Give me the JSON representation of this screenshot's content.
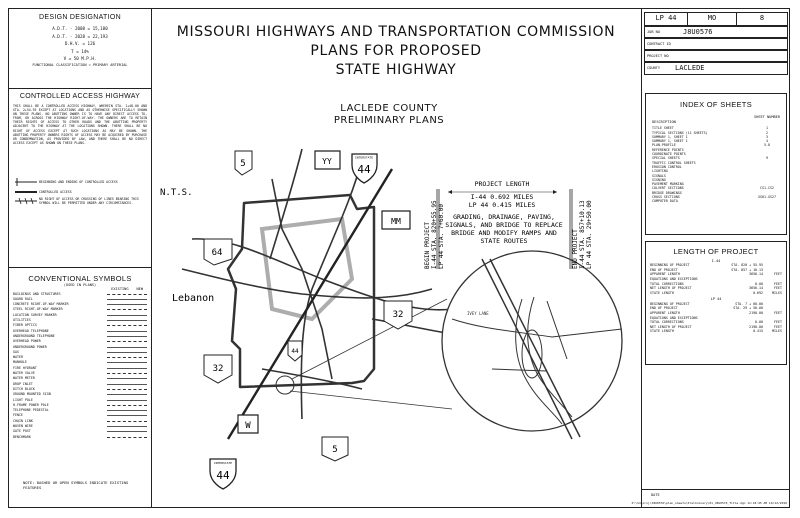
{
  "design": {
    "header": "DESIGN DESIGNATION",
    "lines": [
      "A.D.T. - 2008 = 15,180",
      "A.D.T. - 2028 = 22,193",
      "D.H.V. = 126",
      "T = 14%",
      "V = 50 M.P.H."
    ],
    "functional": "FUNCTIONAL CLASSIFICATION = PRIMARY ARTERIAL"
  },
  "controlled": {
    "header": "CONTROLLED ACCESS HIGHWAY",
    "text": "THIS SHALL BE A CONTROLLED ACCESS HIGHWAY, WHEREIN STA. 1+48.00 AND STA. 2+54.93 EXCEPT AT LOCATIONS AND AS OTHERWISE SPECIFICALLY SHOWN ON THESE PLANS. NO ABUTTING OWNER IS TO HAVE ANY DIRECT ACCESS TO, FROM, OR ACROSS THE HIGHWAY RIGHT-OF-WAY. THE OWNERS ARE TO RETAIN THEIR RIGHTS OF ACCESS TO OTHER ROADS AND THE ABUTTING PROPERTY ADJACENT TO THE HIGHWAY AT THE LOCATIONS SHOWN. THERE SHALL BE NO RIGHT OF ACCESS EXCEPT AT SUCH LOCATIONS AS MAY BE SHOWN. THE ABUTTING PROPERTY OWNERS RIGHTS OF ACCESS MAY BE ACQUIRED BY PURCHASE OR CONDEMNATION, AS PROVIDED BY LAW, AND THERE SHALL BE NO DIRECT ACCESS EXCEPT AS SHOWN ON THESE PLANS.",
    "legend": [
      "BEGINNING AND ENDING OF CONTROLLED ACCESS",
      "CONTROLLED ACCESS",
      "NO RIGHT OF ACCESS OR CROSSING OF LINES BEARING THIS SYMBOL WILL BE PERMITTED UNDER ANY CIRCUMSTANCES."
    ]
  },
  "conventional": {
    "header": "CONVENTIONAL SYMBOLS",
    "subheader": "(USED IN PLANS)",
    "col_existing": "EXISTING",
    "col_new": "NEW",
    "items": [
      "BUILDINGS AND STRUCTURES",
      "GUARD RAIL",
      "CONCRETE RIGHT-OF-WAY MARKER",
      "STEEL RIGHT-OF-WAY MARKER",
      "LOCATION SURVEY MARKER",
      "UTILITIES",
      "FIBER OPTICS",
      "OVERHEAD TELEPHONE",
      "UNDERGROUND TELEPHONE",
      "OVERHEAD POWER",
      "UNDERGROUND POWER",
      "GAS",
      "WATER",
      "MANHOLE",
      "FIRE HYDRANT",
      "WATER VALVE",
      "WATER METER",
      "DROP INLET",
      "DITCH BLOCK",
      "GROUND MOUNTED SIGN",
      "LIGHT POLE",
      "H-FRAME POWER POLE",
      "TELEPHONE PEDESTAL",
      "FENCE",
      "CHAIN LINK",
      "WOVEN WIRE",
      "GATE POST",
      "BENCHMARK"
    ],
    "note": "NOTE: DASHED OR OPEN SYMBOLS INDICATE EXISTING FEATURES"
  },
  "title": {
    "line1": "MISSOURI HIGHWAYS AND TRANSPORTATION COMMISSION",
    "line2": "PLANS FOR PROPOSED",
    "line3": "STATE HIGHWAY"
  },
  "county": {
    "line1": "LACLEDE COUNTY",
    "line2": "PRELIMINARY PLANS"
  },
  "titleblock": {
    "route": "LP 44",
    "state": "MO",
    "sheet": "8",
    "job_label": "JOB NO",
    "job": "J8U0576",
    "contract_label": "CONTRACT ID",
    "project_label": "PROJECT NO",
    "county_label": "COUNTY",
    "county": "LACLEDE"
  },
  "index": {
    "header": "INDEX OF SHEETS",
    "col_desc": "DESCRIPTION",
    "col_sheet": "SHEET NUMBER",
    "rows": [
      [
        "TITLE SHEET",
        "1"
      ],
      [
        "TYPICAL SECTIONS (11 SHEETS)",
        "2"
      ],
      [
        "SUMMARY 1, SHEET 1",
        "3"
      ],
      [
        "SUMMARY 1, SHEET 1",
        "4"
      ],
      [
        "PLAN-PROFILE",
        "5-8"
      ],
      [
        "REFERENCE POINTS",
        ""
      ],
      [
        "COORDINATE POINTS",
        ""
      ],
      [
        "SPECIAL SHEETS",
        "9"
      ],
      [
        "TRAFFIC CONTROL SHEETS",
        ""
      ],
      [
        "EROSION CONTROL",
        ""
      ],
      [
        "LIGHTING",
        ""
      ],
      [
        "SIGNALS",
        ""
      ],
      [
        "SIGNING",
        ""
      ],
      [
        "PAVEMENT MARKING",
        ""
      ],
      [
        "CULVERT SECTIONS",
        "CS1-CS2"
      ],
      [
        "BRIDGE DRAWINGS",
        ""
      ],
      [
        "CROSS SECTIONS",
        "XS01-XS27"
      ],
      [
        "COMPUTER DATA",
        ""
      ]
    ]
  },
  "length": {
    "header": "LENGTH OF PROJECT",
    "i44": {
      "label": "I-44",
      "rows": [
        [
          "BEGINNING OF PROJECT",
          "STA. 820 + 55.95",
          ""
        ],
        [
          "END OF PROJECT",
          "STA. 857 + 10.13",
          ""
        ],
        [
          "APPARENT LENGTH",
          "3656.14",
          "FEET"
        ],
        [
          "EQUATIONS AND EXCEPTIONS",
          "",
          ""
        ],
        [
          "TOTAL CORRECTIONS",
          "0.00",
          "FEET"
        ],
        [
          "NET LENGTH OF PROJECT",
          "3656.14",
          "FEET"
        ],
        [
          "STATE LENGTH",
          "0.692",
          "MILES"
        ]
      ]
    },
    "lp44": {
      "label": "LP 44",
      "rows": [
        [
          "BEGINNING OF PROJECT",
          "STA. 7 + 60.00",
          ""
        ],
        [
          "END OF PROJECT",
          "STA. 29 + 50.00",
          ""
        ],
        [
          "APPARENT LENGTH",
          "2190.00",
          "FEET"
        ],
        [
          "EQUATIONS AND EXCEPTIONS",
          "",
          ""
        ],
        [
          "TOTAL CORRECTIONS",
          "0.00",
          "FEET"
        ],
        [
          "NET LENGTH OF PROJECT",
          "2190.00",
          "FEET"
        ],
        [
          "STATE LENGTH",
          "0.415",
          "MILES"
        ]
      ]
    }
  },
  "map": {
    "nts": "N.T.S.",
    "lebanon": "Lebanon",
    "project_length": "PROJECT LENGTH",
    "i44_len": "I-44 0.692 MILES",
    "lp44_len": "LP 44 0.415 MILES",
    "work1": "GRADING, DRAINAGE, PAVING,",
    "work2": "SIGNALS, AND BRIDGE TO REPLACE",
    "work3": "BRIDGE AND MODIFY RAMPS AND",
    "work4": "STATE ROUTES",
    "begin1": "BEGIN PROJECT",
    "begin2": "I-44 STA. 820+55.95",
    "begin3": "LP 44 STA. 7+60.00",
    "end1": "END PROJECT",
    "end2": "I-44 STA. 857+10.13",
    "end3": "LP 44 STA. 29+50.00",
    "shields": {
      "r5a": "5",
      "yy": "YY",
      "i44top": "44",
      "mm": "MM",
      "r64": "64",
      "r32a": "32",
      "r32b": "32",
      "w": "W",
      "r5b": "5",
      "i44bot": "44",
      "lp44": "44",
      "interstate": "INTERSTATE"
    },
    "ivey": "IVEY LANE"
  },
  "footer": {
    "path": "P:\\Sd-proj\\J8U0576\\plan_sheets\\Preliminary\\01_J8U0576_Title.dgn   11:18:45 AM   10/12/2010",
    "date_label": "DATE"
  }
}
